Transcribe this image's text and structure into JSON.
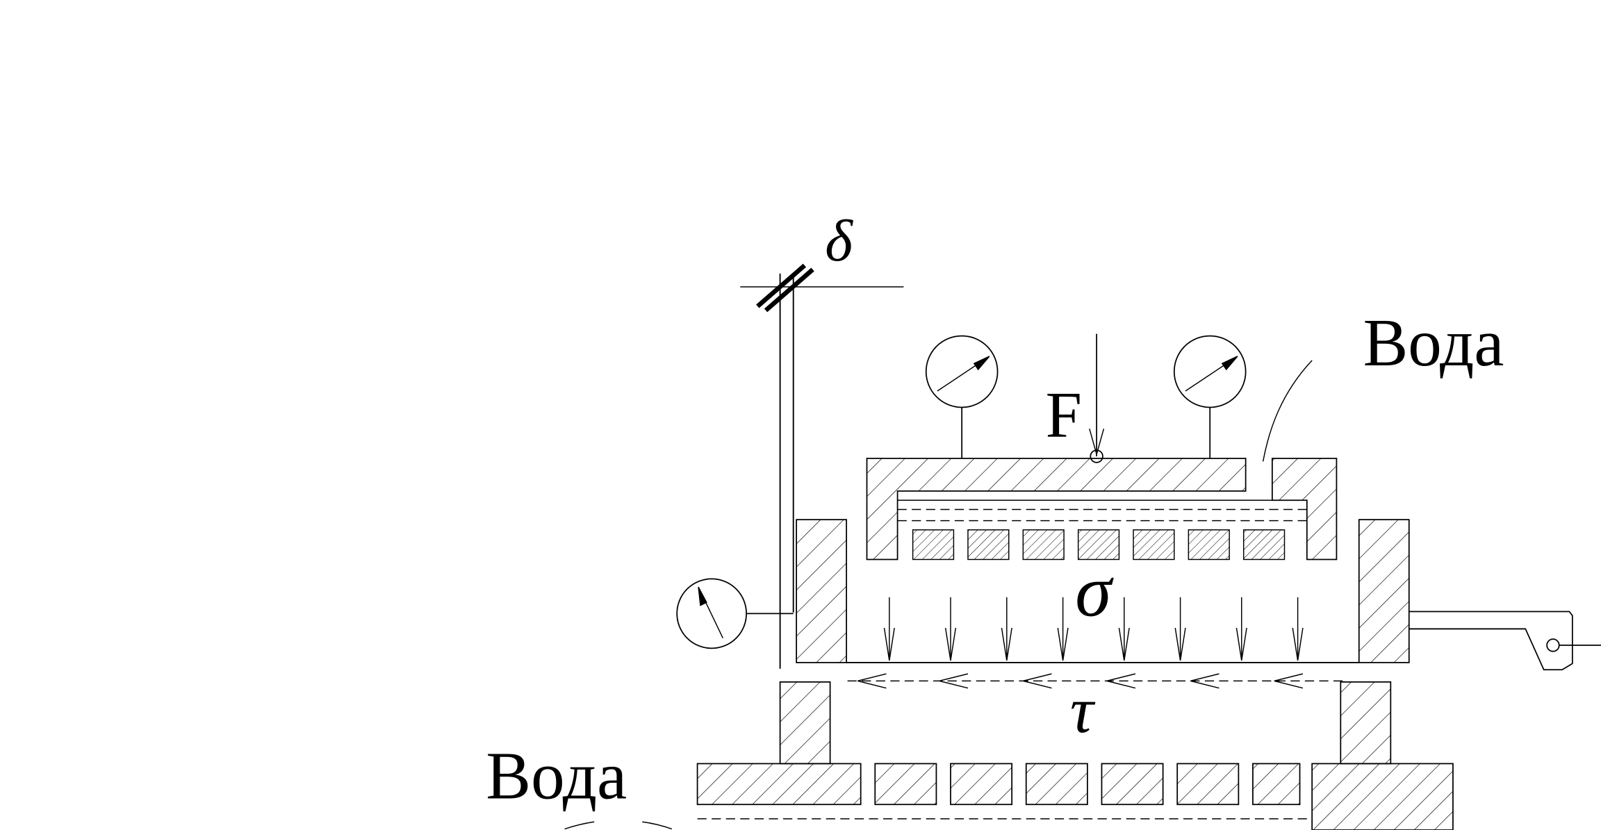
{
  "diagram": {
    "labels": {
      "water_top": "Вода",
      "water_bottom": "Вода",
      "force": "F",
      "delta": "δ",
      "sigma": "σ",
      "tau": "τ"
    },
    "icons": {
      "gauge": "dial-gauge-icon",
      "force_arrow": "down-arrow-icon"
    },
    "colors": {
      "line": "#000000",
      "background": "#ffffff"
    }
  }
}
